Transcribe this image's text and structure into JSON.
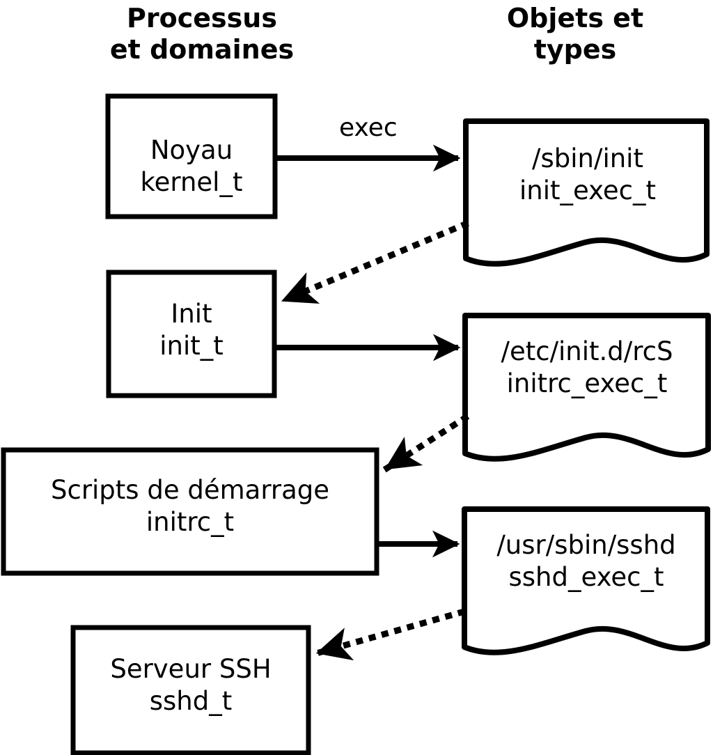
{
  "diagram": {
    "title_columns": {
      "left": "Processus\net domaines",
      "right": "Objets et\ntypes"
    },
    "stroke_color": "#000000",
    "fill_color": "#ffffff",
    "process_nodes": [
      {
        "id": "kernel",
        "shape": "rectangle",
        "line1": "Noyau",
        "line2": "kernel_t",
        "text": "Noyau\nkernel_t"
      },
      {
        "id": "init",
        "shape": "rectangle",
        "line1": "Init",
        "line2": "init_t",
        "text": "Init\ninit_t"
      },
      {
        "id": "initrc",
        "shape": "rectangle",
        "line1": "Scripts de démarrage",
        "line2": "initrc_t",
        "text": "Scripts de démarrage\ninitrc_t"
      },
      {
        "id": "sshd",
        "shape": "rectangle",
        "line1": "Serveur SSH",
        "line2": "sshd_t",
        "text": "Serveur SSH\nsshd_t"
      }
    ],
    "object_nodes": [
      {
        "id": "init_exec",
        "shape": "document",
        "line1": "/sbin/init",
        "line2": "init_exec_t",
        "text": "/sbin/init\ninit_exec_t"
      },
      {
        "id": "initrc_exec",
        "shape": "document",
        "line1": "/etc/init.d/rcS",
        "line2": "initrc_exec_t",
        "text": "/etc/init.d/rcS\ninitrc_exec_t"
      },
      {
        "id": "sshd_exec",
        "shape": "document",
        "line1": "/usr/sbin/sshd",
        "line2": "sshd_exec_t",
        "text": "/usr/sbin/sshd\nsshd_exec_t"
      }
    ],
    "edges": [
      {
        "id": "kernel-exec-init_exec",
        "from": "kernel",
        "to": "init_exec",
        "style": "solid",
        "label": "exec"
      },
      {
        "id": "init_exec-transition-init",
        "from": "init_exec",
        "to": "init",
        "style": "dotted",
        "label": ""
      },
      {
        "id": "init-exec-initrc_exec",
        "from": "init",
        "to": "initrc_exec",
        "style": "solid",
        "label": ""
      },
      {
        "id": "initrc_exec-transition-initrc",
        "from": "initrc_exec",
        "to": "initrc",
        "style": "dotted",
        "label": ""
      },
      {
        "id": "initrc-exec-sshd_exec",
        "from": "initrc",
        "to": "sshd_exec",
        "style": "solid",
        "label": ""
      },
      {
        "id": "sshd_exec-transition-sshd",
        "from": "sshd_exec",
        "to": "sshd",
        "style": "dotted",
        "label": ""
      }
    ]
  }
}
